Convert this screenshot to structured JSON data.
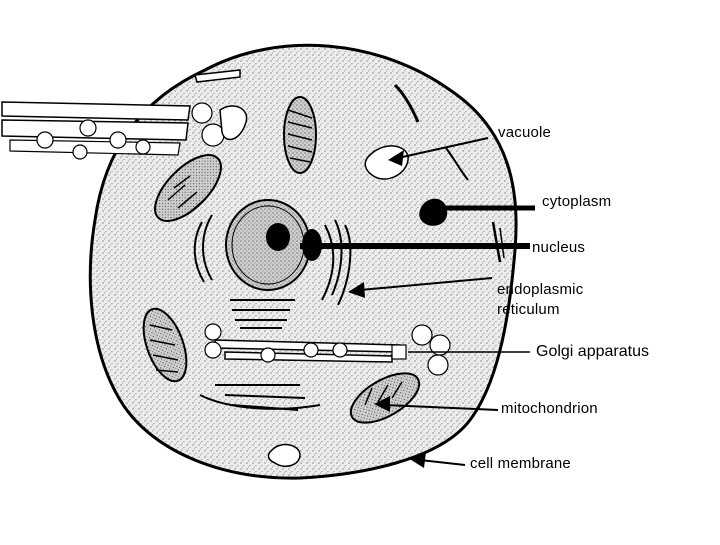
{
  "labels": {
    "vacuole": "vacuole",
    "cytoplasm": "cytoplasm",
    "nucleus": "nucleus",
    "er_line1": "endoplasmic",
    "er_line2": "reticulum",
    "golgi": "Golgi apparatus",
    "mitochondrion": "mitochondrion",
    "cell_membrane": "cell membrane"
  },
  "colors": {
    "ink": "#000000",
    "cytoplasm_fill": "#e6e6e6",
    "nucleus_fill": "#d8d8d8",
    "background": "#ffffff"
  }
}
